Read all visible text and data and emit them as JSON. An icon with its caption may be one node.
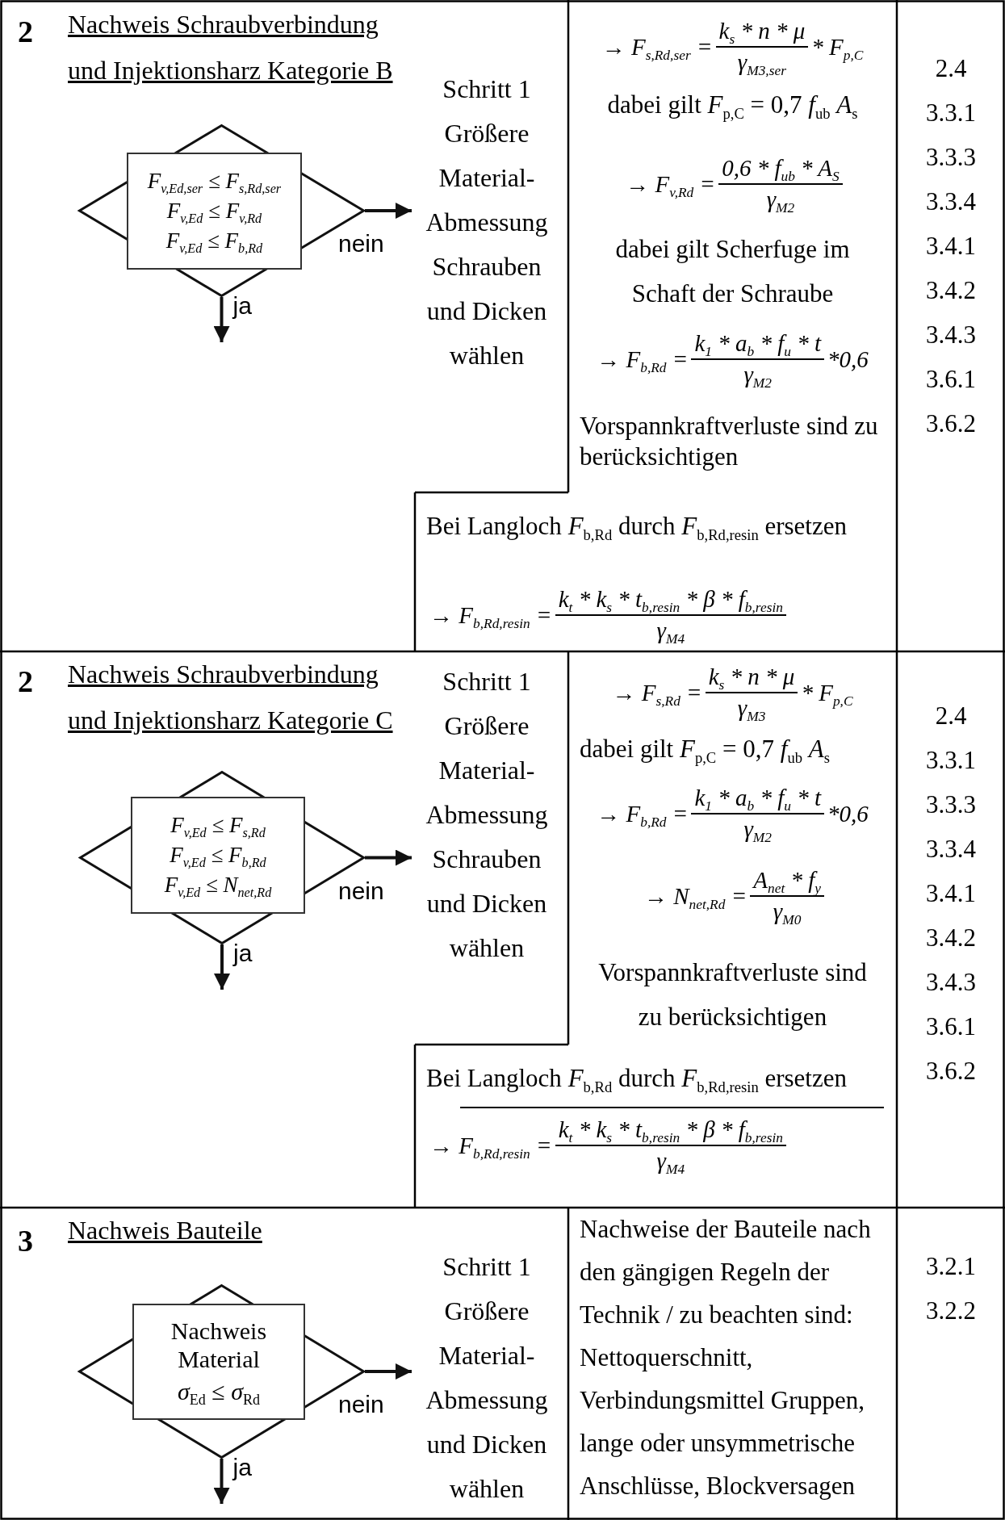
{
  "diagram": {
    "nodes": [
      {
        "text": [
          "2",
          "Nachweis Schraubverbindung und Injektionsharz Kategorie B"
        ]
      },
      {
        "text": [
          "F$_{v,Ed,ser}$ ≤ F$_{s,Rd,ser}$",
          "F$_{v,Ed}$ ≤ F$_{v,Rd}$",
          "F$_{v,Ed}$ ≤ F$_{b,Rd}$"
        ],
        "in": 0
      },
      {
        "text": [
          "Schritt 1 Größere Material- Abmessung Schrauben und Dicken wählen"
        ],
        "in": 0
      },
      {
        "text": [
          "→ F$_{s,Rd,ser}$ =",
          "k$_{s}$ * n * μ",
          "γ$_{M3,ser}$",
          "* F$_{p,C}$",
          "dabei gilt *F*$_{p,C}$ = 0,7 *f*$_{ub}$ *A*$_{s}$",
          "→ F$_{v,Rd}$ =",
          "0,6 * f$_{ub}$ * A$_{S}$",
          "γ$_{M2}$",
          "dabei gilt Scherfuge im Schaft der Schraube",
          "→ F$_{b,Rd}$ =",
          "k$_{1}$ * a$_{b}$ * f$_{u}$ * t",
          "γ$_{M2}$",
          "*0,6",
          "Vorspannkraftverluste sind zu berücksichtigen"
        ]
      },
      {
        "text": [
          "Bei Langloch *F*$_{b,Rd}$ durch *F*$_{b,Rd,resin}$ ersetzen",
          "→ F$_{b,Rd,resin}$ =",
          "k$_{t}$ * k$_{s}$ * t$_{b,resin}$ * β * f$_{b,resin}$",
          "γ$_{M4}$"
        ]
      },
      {
        "text": [
          "2.4",
          "3.3.1",
          "3.3.3",
          "3.3.4",
          "3.4.1",
          "3.4.2",
          "3.4.3",
          "3.6.1",
          "3.6.2"
        ]
      },
      {
        "text": [
          "2",
          "Nachweis Schraubverbindung und Injektionsharz Kategorie C"
        ]
      },
      {
        "text": [
          "F$_{v,Ed}$ ≤ F$_{s,Rd}$",
          "F$_{v,Ed}$ ≤ F$_{b,Rd}$",
          "F$_{v,Ed}$ ≤ N$_{net,Rd}$"
        ],
        "in": 6
      },
      {
        "text": [
          "Schritt 1 Größere Material- Abmessung Schrauben und Dicken wählen"
        ],
        "in": 6
      },
      {
        "text": [
          "→ F$_{s,Rd}$ =",
          "k$_{s}$ * n * μ",
          "γ$_{M3}$",
          "* F$_{p,C}$",
          "dabei gilt *F*$_{p,C}$ = 0,7 *f*$_{ub}$ *A*$_{s}$",
          "→ F$_{b,Rd}$ =",
          "k$_{1}$ * a$_{b}$ * f$_{u}$ * t",
          "γ$_{M2}$",
          "*0,6",
          "→ N$_{net,Rd}$ =",
          "A$_{net}$ * f$_{y}$",
          "γ$_{M0}$",
          "Vorspannkraftverluste sind zu berücksichtigen"
        ]
      },
      {
        "text": [
          "Bei Langloch *F*$_{b,Rd}$ durch *F*$_{b,Rd,resin}$ ersetzen",
          "→ F$_{b,Rd,resin}$ =",
          "k$_{t}$ * k$_{s}$ * t$_{b,resin}$ * β * f$_{b,resin}$",
          "γ$_{M4}$"
        ]
      },
      {
        "text": [
          "2.4",
          "3.3.1",
          "3.3.3",
          "3.3.4",
          "3.4.1",
          "3.4.2",
          "3.4.3",
          "3.6.1",
          "3.6.2"
        ]
      },
      {
        "text": [
          "3",
          "Nachweis Bauteile"
        ]
      },
      {
        "text": [
          "Nachweis Material",
          "*σ*$_{Ed}$ ≤ *σ*$_{Rd}$"
        ],
        "in": 12
      },
      {
        "text": [
          "Schritt 1 Größere Material- Abmessung und Dicken wählen"
        ],
        "in": 12
      },
      {
        "text": [
          "Nachweise der Bauteile nach den gängigen Regeln der Technik / zu beachten sind: Nettoquerschnitt, Verbindungsmittel Gruppen, lange oder unsymmetrische Anschlüsse, Blockversagen"
        ]
      },
      {
        "text": [
          "3.2.1",
          "3.2.2"
        ]
      }
    ],
    "edges": [
      {
        "from": 1,
        "to": 2,
        "arrow": "to",
        "label": "nein"
      },
      {
        "from": 1,
        "to": null,
        "arrow": "to",
        "label": "ja"
      },
      {
        "from": 7,
        "to": 8,
        "arrow": "to",
        "label": "nein"
      },
      {
        "from": 7,
        "to": null,
        "arrow": "to",
        "label": "ja"
      },
      {
        "from": 13,
        "to": 14,
        "arrow": "to",
        "label": "nein"
      },
      {
        "from": 13,
        "to": null,
        "arrow": "to",
        "label": "ja"
      }
    ]
  }
}
